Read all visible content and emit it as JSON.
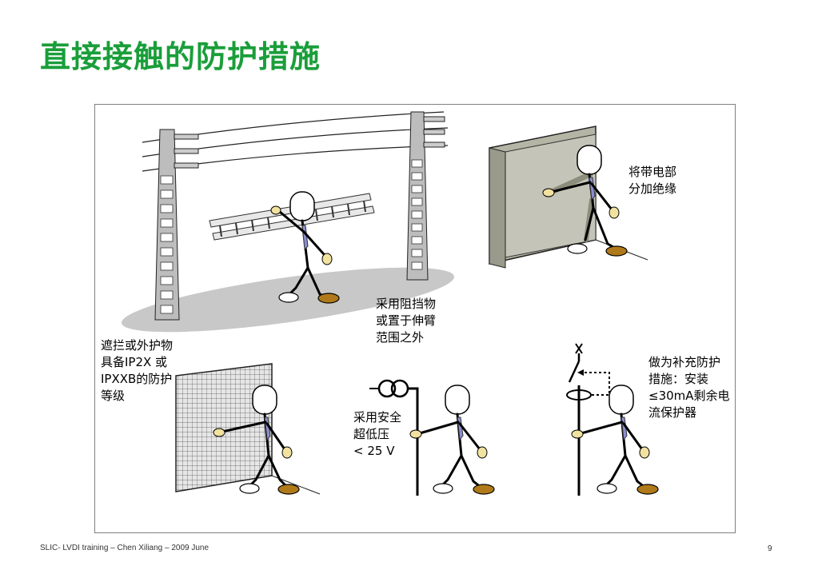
{
  "title": "直接接触的防护措施",
  "labels": {
    "insulation": "将带电部\n分加绝缘",
    "obstacle": "采用阻挡物\n或置于伸臂\n范围之外",
    "enclosure": "遮拦或外护物\n具备IP2X 或\nIPXXB的防护\n等级",
    "selv": "采用安全\n超低压\n< 25 V",
    "rcd": "做为补充防护\n措施：安装\n≤30mA剩余电\n流保护器"
  },
  "footer": {
    "text": "SLIC- LVDI training – Chen Xiliang – 2009 June",
    "page": "9"
  },
  "colors": {
    "title": "#1a9e3a",
    "ground_shadow": "#c8c8c8",
    "wall": "#b5b5a6",
    "shoe": "#b07a1a",
    "hand": "#f2e2a0",
    "tie": "#8a8fd0"
  }
}
